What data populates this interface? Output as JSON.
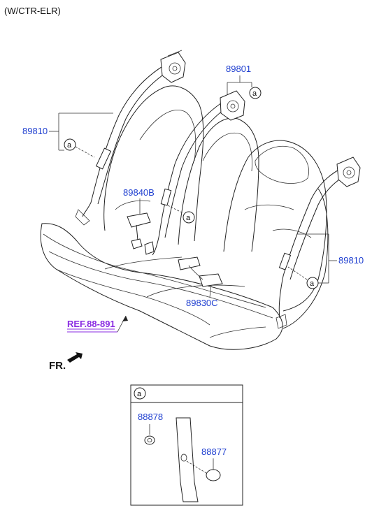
{
  "header": {
    "variant": "(W/CTR-ELR)"
  },
  "parts": {
    "retractor_center": "89801",
    "belt_left": "89810",
    "belt_right": "89810",
    "buckle_left": "89840B",
    "buckle_center": "89830C",
    "cap": "88878",
    "cover": "88877"
  },
  "reference": "REF.88-891",
  "orientation": "FR.",
  "callout_symbol": "a",
  "detail_box": {
    "symbol": "a"
  },
  "colors": {
    "part_number": "#1f3fd0",
    "reference": "#8a2be2",
    "lines": "#222222"
  }
}
